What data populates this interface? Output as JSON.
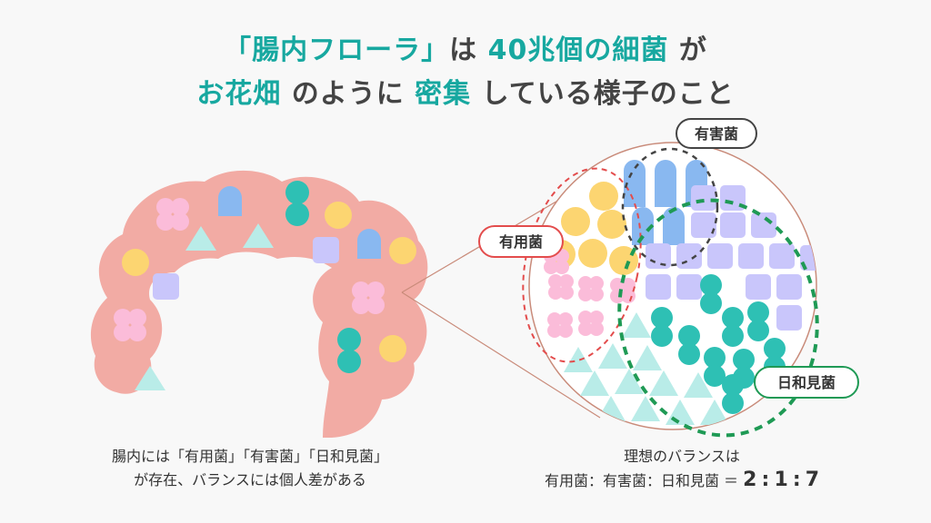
{
  "title": {
    "line1": [
      {
        "text": "「腸内フローラ」",
        "hl": true
      },
      {
        "text": "は ",
        "hl": false
      },
      {
        "text": "40兆個の細菌",
        "hl": true
      },
      {
        "text": " が",
        "hl": false
      }
    ],
    "line2": [
      {
        "text": "お花畑",
        "hl": true
      },
      {
        "text": " のように ",
        "hl": false
      },
      {
        "text": "密集",
        "hl": true
      },
      {
        "text": " している様子のこと",
        "hl": false
      }
    ]
  },
  "labels": {
    "harmful": "有害菌",
    "beneficial": "有用菌",
    "opportunistic": "日和見菌"
  },
  "caption_left": {
    "line1": "腸内には「有用菌」「有害菌」「日和見菌」",
    "line2": "が存在、バランスには個人差がある"
  },
  "caption_right": {
    "line1": "理想のバランスは",
    "ratio_text": "有用菌：有害菌：日和見菌 ＝",
    "ratio_values": [
      "2",
      "1",
      "7"
    ]
  },
  "colors": {
    "intestine": "#f2aba4",
    "title_accent": "#17a8a0",
    "beneficial_red": "#e34c4c",
    "opportunistic_green": "#1f9a55",
    "harmful_dark": "#444444",
    "yellow_circle": "#fcd571",
    "pink_flower": "#fbbcd9",
    "blue_capsule": "#89b8f0",
    "lavender_square": "#c9c6fb",
    "teal_dumbbell": "#2ec0b4",
    "mint_triangle": "#b9ece8"
  }
}
